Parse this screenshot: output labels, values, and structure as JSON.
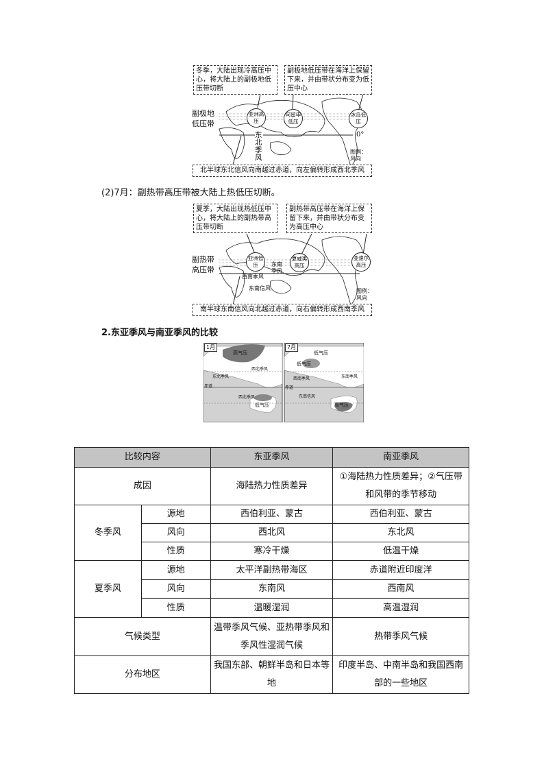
{
  "diagram_january": {
    "box_left": "冬季，大陆出现冷高压中心，将大陆上的副极地低压带切断",
    "box_right": "副极地低压带在海洋上保留下来，并由带状分布变为低压中心",
    "belt_label_1": "副极地",
    "belt_label_2": "低压带",
    "centers": [
      "亚洲高压",
      "阿留申低压",
      "冰岛低压"
    ],
    "wind_label": "东北季风",
    "equator": "0°",
    "legend": "图例：风向",
    "box_bottom": "北半球东北信风向南越过赤道，向左偏转形成西北季风"
  },
  "heading_july": "(2)7月：副热带高压带被大陆上热低压切断。",
  "diagram_july": {
    "box_left": "夏季，大陆出现热低压中心，将大陆上的副热带高压带切断",
    "box_right": "副热带高压带在海洋上保留下来，并由带状分布变为高压中心",
    "belt_label_1": "副热带",
    "belt_label_2": "高压带",
    "centers": [
      "亚洲低压",
      "夏威夷高压",
      "亚速尔高压"
    ],
    "wind_labels": [
      "东南季风",
      "西南季风",
      "东南信风"
    ],
    "legend": "图例：风向",
    "box_bottom": "南半球东南信风向北越过赤道，向右偏转形成西南季风"
  },
  "heading_compare": "2.东亚季风与南亚季风的比较",
  "monsoon_map": {
    "jan": {
      "title": "1月",
      "labels": [
        "高气压",
        "西北季风",
        "东北季风",
        "赤道",
        "西北季风",
        "低气压"
      ]
    },
    "jul": {
      "title": "7月",
      "labels": [
        "低气压",
        "低气压",
        "西南季风",
        "东南季风",
        "东南信风",
        "赤道",
        "高气压"
      ]
    }
  },
  "table": {
    "headers": [
      "比较内容",
      "东亚季风",
      "南亚季风"
    ],
    "cause": {
      "label": "成因",
      "east": "海陆热力性质差异",
      "south": "①海陆热力性质差异；②气压带和风带的季节移动"
    },
    "winter": {
      "label": "冬季风",
      "rows": [
        {
          "k": "源地",
          "east": "西伯利亚、蒙古",
          "south": "西伯利亚、蒙古"
        },
        {
          "k": "风向",
          "east": "西北风",
          "south": "东北风"
        },
        {
          "k": "性质",
          "east": "寒冷干燥",
          "south": "低温干燥"
        }
      ]
    },
    "summer": {
      "label": "夏季风",
      "rows": [
        {
          "k": "源地",
          "east": "太平洋副热带海区",
          "south": "赤道附近印度洋"
        },
        {
          "k": "风向",
          "east": "东南风",
          "south": "西南风"
        },
        {
          "k": "性质",
          "east": "温暖湿润",
          "south": "高温湿润"
        }
      ]
    },
    "climate": {
      "label": "气候类型",
      "east": "温带季风气候、亚热带季风和季风性湿润气候",
      "south": "热带季风气候"
    },
    "distribution": {
      "label": "分布地区",
      "east": "我国东部、朝鲜半岛和日本等地",
      "south": "印度半岛、中南半岛和我国西南部的一些地区"
    }
  }
}
